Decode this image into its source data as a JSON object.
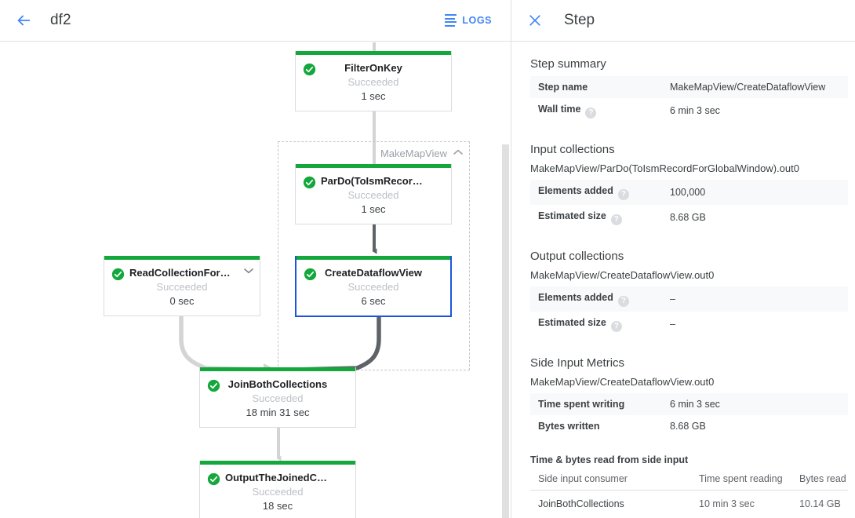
{
  "left": {
    "back_icon": "arrow-left-icon",
    "job_title": "df2",
    "logs_button": "LOGS",
    "group": {
      "label": "MakeMapView",
      "caret": "chevron-up-icon"
    },
    "nodes": [
      {
        "id": "filteronkey",
        "name": "FilterOnKey",
        "status": "Succeeded",
        "time": "1 sec",
        "status_color": "#14a83c",
        "selected": false,
        "caret": ""
      },
      {
        "id": "pardo",
        "name": "ParDo(ToIsmRecordFor…)",
        "status": "Succeeded",
        "time": "1 sec",
        "status_color": "#14a83c",
        "selected": false,
        "caret": ""
      },
      {
        "id": "createdataflowview",
        "name": "CreateDataflowView",
        "status": "Succeeded",
        "time": "6 sec",
        "status_color": "#14a83c",
        "selected": true,
        "caret": ""
      },
      {
        "id": "readcollectionforjoin",
        "name": "ReadCollectionForJoin",
        "status": "Succeeded",
        "time": "0 sec",
        "status_color": "#14a83c",
        "selected": false,
        "caret": "chevron-down-icon"
      },
      {
        "id": "joinbothcollections",
        "name": "JoinBothCollections",
        "status": "Succeeded",
        "time": "18 min 31 sec",
        "status_color": "#14a83c",
        "selected": false,
        "caret": ""
      },
      {
        "id": "outputthejoined",
        "name": "OutputTheJoinedCollec…",
        "status": "Succeeded",
        "time": "18 sec",
        "status_color": "#14a83c",
        "selected": false,
        "caret": ""
      }
    ]
  },
  "right": {
    "close_icon": "close-icon",
    "title": "Step",
    "step_summary": {
      "heading": "Step summary",
      "rows": [
        {
          "key": "Step name",
          "value": "MakeMapView/CreateDataflowView",
          "help": false
        },
        {
          "key": "Wall time",
          "value": "6 min 3 sec",
          "help": true
        }
      ]
    },
    "input_collections": {
      "heading": "Input collections",
      "collection": "MakeMapView/ParDo(ToIsmRecordForGlobalWindow).out0",
      "rows": [
        {
          "key": "Elements added",
          "value": "100,000",
          "help": true
        },
        {
          "key": "Estimated size",
          "value": "8.68 GB",
          "help": true
        }
      ]
    },
    "output_collections": {
      "heading": "Output collections",
      "collection": "MakeMapView/CreateDataflowView.out0",
      "rows": [
        {
          "key": "Elements added",
          "value": "–",
          "help": true
        },
        {
          "key": "Estimated size",
          "value": "–",
          "help": true
        }
      ]
    },
    "side_input_metrics": {
      "heading": "Side Input Metrics",
      "collection": "MakeMapView/CreateDataflowView.out0",
      "rows": [
        {
          "key": "Time spent writing",
          "value": "6 min 3 sec",
          "help": false
        },
        {
          "key": "Bytes written",
          "value": "8.68 GB",
          "help": false
        }
      ],
      "table_title": "Time & bytes read from side input",
      "columns": [
        "Side input consumer",
        "Time spent reading",
        "Bytes read"
      ],
      "rows_table": [
        [
          "JoinBothCollections",
          "10 min 3 sec",
          "10.14 GB"
        ]
      ]
    }
  },
  "colors": {
    "accent": "#4285f4",
    "success": "#14a83c",
    "selected_border": "#1a56db",
    "edge_light": "#d4d4d4",
    "edge_dark": "#5f6368"
  }
}
